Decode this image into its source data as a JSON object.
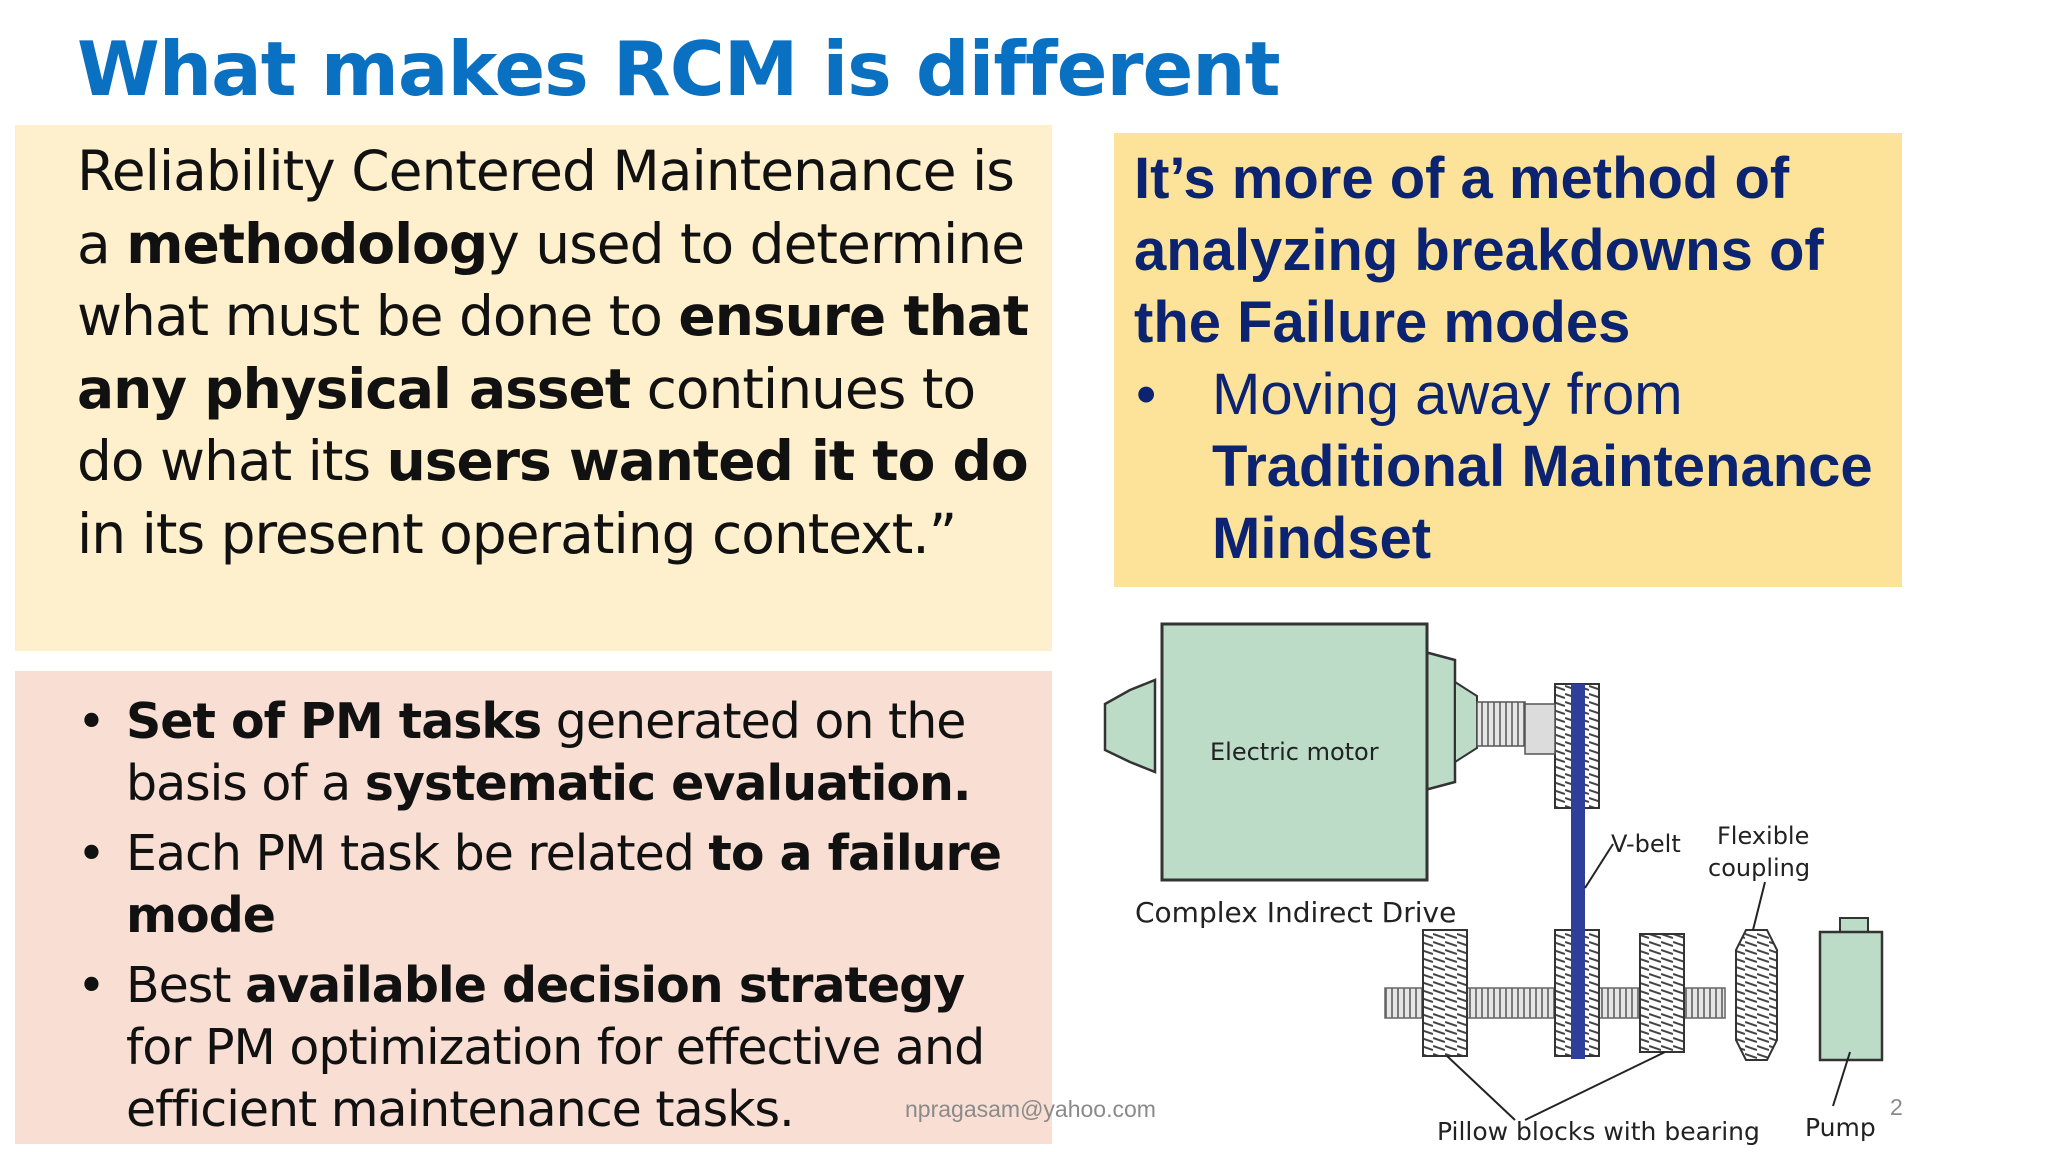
{
  "slide": {
    "title": "What makes RCM is different",
    "definition": {
      "p1": "Reliability Centered Maintenance is a ",
      "b1": "methodolog",
      "p2": "y used to determine what must be done to ",
      "b2": "ensure that any physical asset",
      "p3": " continues to do what its ",
      "b3": "users wanted it to do",
      "p4": " in its present operating context.”"
    },
    "pm_bullets": [
      {
        "bullet": "•",
        "b1": "Set of PM tasks",
        "t1": " generated on the basis of a ",
        "b2": "systematic evaluation.",
        "t2": ""
      },
      {
        "bullet": "•",
        "b1": "",
        "t1": "Each PM task be related ",
        "b2": "to a failure mode",
        "t2": ""
      },
      {
        "bullet": "•",
        "b1": "",
        "t1": "Best ",
        "b2": "available decision strategy",
        "t2": " for PM optimization for effective and efficient maintenance tasks."
      }
    ],
    "method_box": {
      "lead": "It’s more of a method of analyzing breakdowns of the Failure modes",
      "bullet": "•",
      "item_plain": "Moving away from ",
      "item_bold": "Traditional Maintenance Mindset"
    },
    "footer": {
      "email": "npragasam@yahoo.com",
      "page": "2"
    }
  },
  "diagram": {
    "motor_label": "Electric motor",
    "drive_label": "Complex Indirect Drive",
    "vbelt_label": "V-belt",
    "coupling_label_1": "Flexible",
    "coupling_label_2": "coupling",
    "bearing_label": "Pillow blocks with bearing",
    "pump_label": "Pump"
  },
  "colors": {
    "title": "#0a70c2",
    "definition_bg": "#fff0cd",
    "pm_bg": "#f9dfd3",
    "method_bg": "#fde39a",
    "method_text": "#0b2370",
    "motor_fill": "#bcdcc7",
    "belt": "#2d3f9b"
  }
}
